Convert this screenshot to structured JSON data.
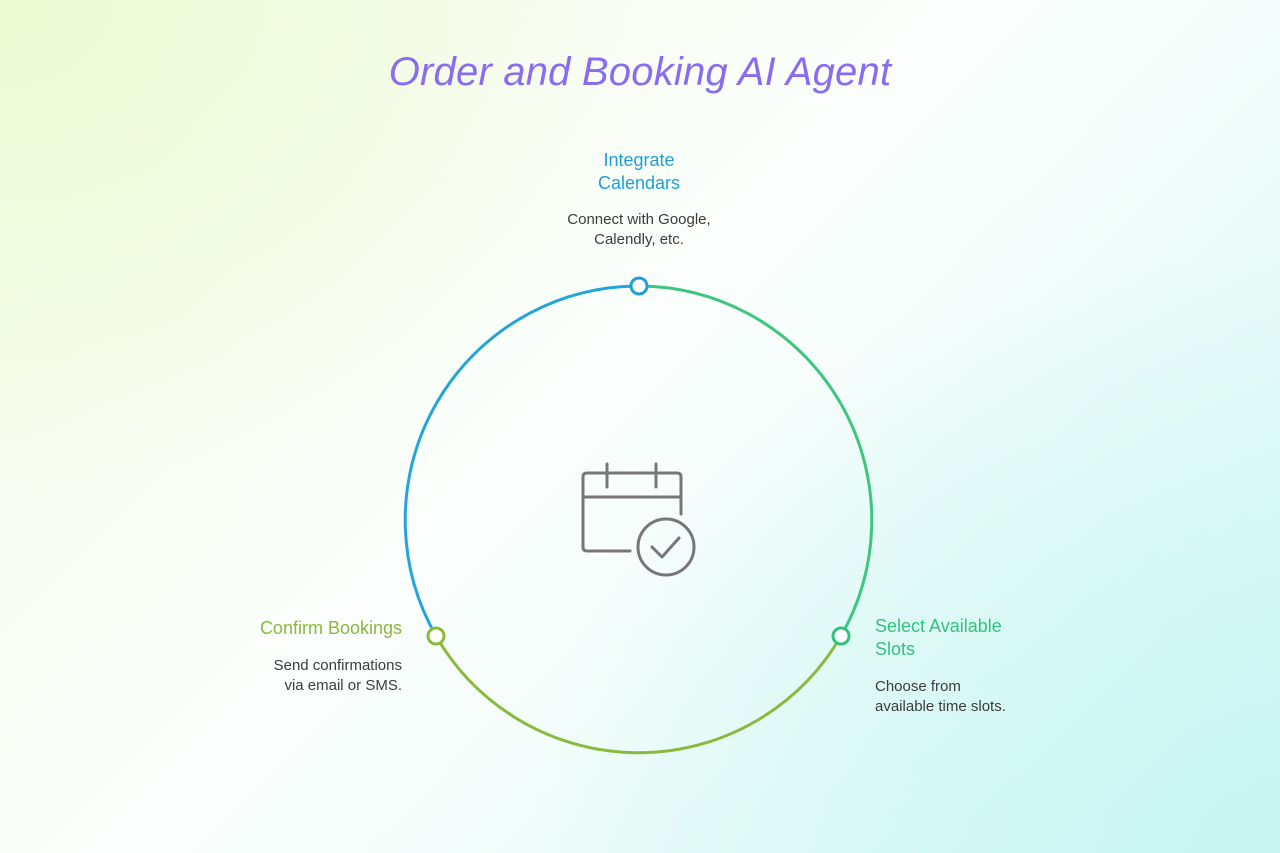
{
  "title": "Order and Booking AI Agent",
  "steps": [
    {
      "title_line1": "Integrate",
      "title_line2": "Calendars",
      "desc_line1": "Connect with Google,",
      "desc_line2": "Calendly, etc.",
      "color": "#1f9fd6"
    },
    {
      "title_line1": "Select Available",
      "title_line2": "Slots",
      "desc_line1": "Choose from",
      "desc_line2": "available time slots.",
      "color": "#33c17e"
    },
    {
      "title_line1": "Confirm Bookings",
      "title_line2": "",
      "desc_line1": "Send confirmations",
      "desc_line2": "via email or SMS.",
      "color": "#8ab93c"
    }
  ],
  "center_icon": "calendar-check-icon",
  "colors": {
    "title": "#8a6cf0",
    "blue": "#1f9fd6",
    "green": "#33c17e",
    "lime": "#8ab93c",
    "icon": "#777777"
  }
}
